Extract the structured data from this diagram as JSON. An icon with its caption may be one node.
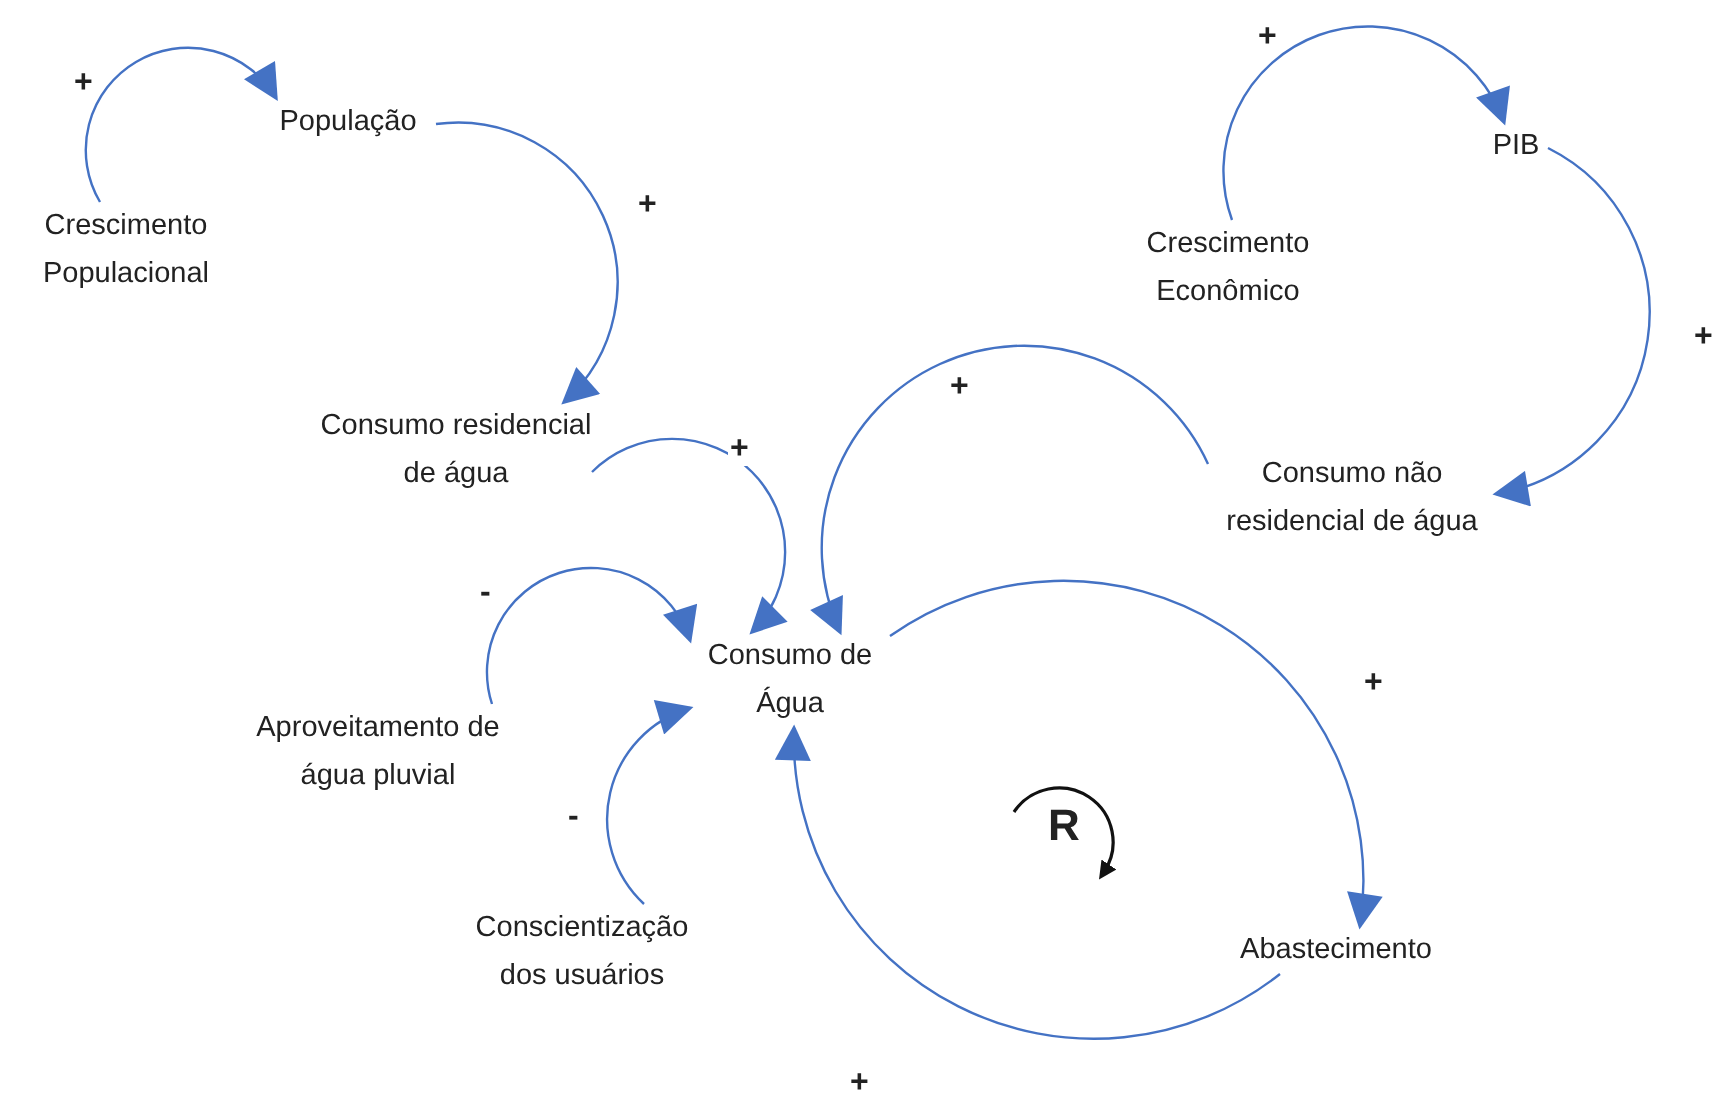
{
  "diagram": {
    "nodes": [
      {
        "text": [
          "Crescimento Populacional"
        ]
      },
      {
        "text": [
          "População"
        ]
      },
      {
        "text": [
          "Consumo residencial de água"
        ]
      },
      {
        "text": [
          "Crescimento Econômico"
        ]
      },
      {
        "text": [
          "PIB"
        ]
      },
      {
        "text": [
          "Consumo não residencial de água"
        ]
      },
      {
        "text": [
          "Consumo de Água"
        ]
      },
      {
        "text": [
          "Aproveitamento de água pluvial"
        ]
      },
      {
        "text": [
          "Conscientização dos usuários"
        ]
      },
      {
        "text": [
          "Abastecimento"
        ]
      }
    ],
    "edges": [
      {
        "from": 0,
        "to": 1,
        "arrow": "to",
        "label": "+"
      },
      {
        "from": 1,
        "to": 2,
        "arrow": "to",
        "label": "+"
      },
      {
        "from": 3,
        "to": 4,
        "arrow": "to",
        "label": "+"
      },
      {
        "from": 4,
        "to": 5,
        "arrow": "to",
        "label": "+"
      },
      {
        "from": 2,
        "to": 6,
        "arrow": "to",
        "label": "+"
      },
      {
        "from": 5,
        "to": 6,
        "arrow": "to",
        "label": "+"
      },
      {
        "from": 7,
        "to": 6,
        "arrow": "to",
        "label": "-"
      },
      {
        "from": 8,
        "to": 6,
        "arrow": "to",
        "label": "-"
      },
      {
        "from": 6,
        "to": 9,
        "arrow": "to",
        "label": "+"
      },
      {
        "from": 9,
        "to": 6,
        "arrow": "to",
        "label": "+"
      }
    ],
    "labels": [
      "R"
    ]
  }
}
